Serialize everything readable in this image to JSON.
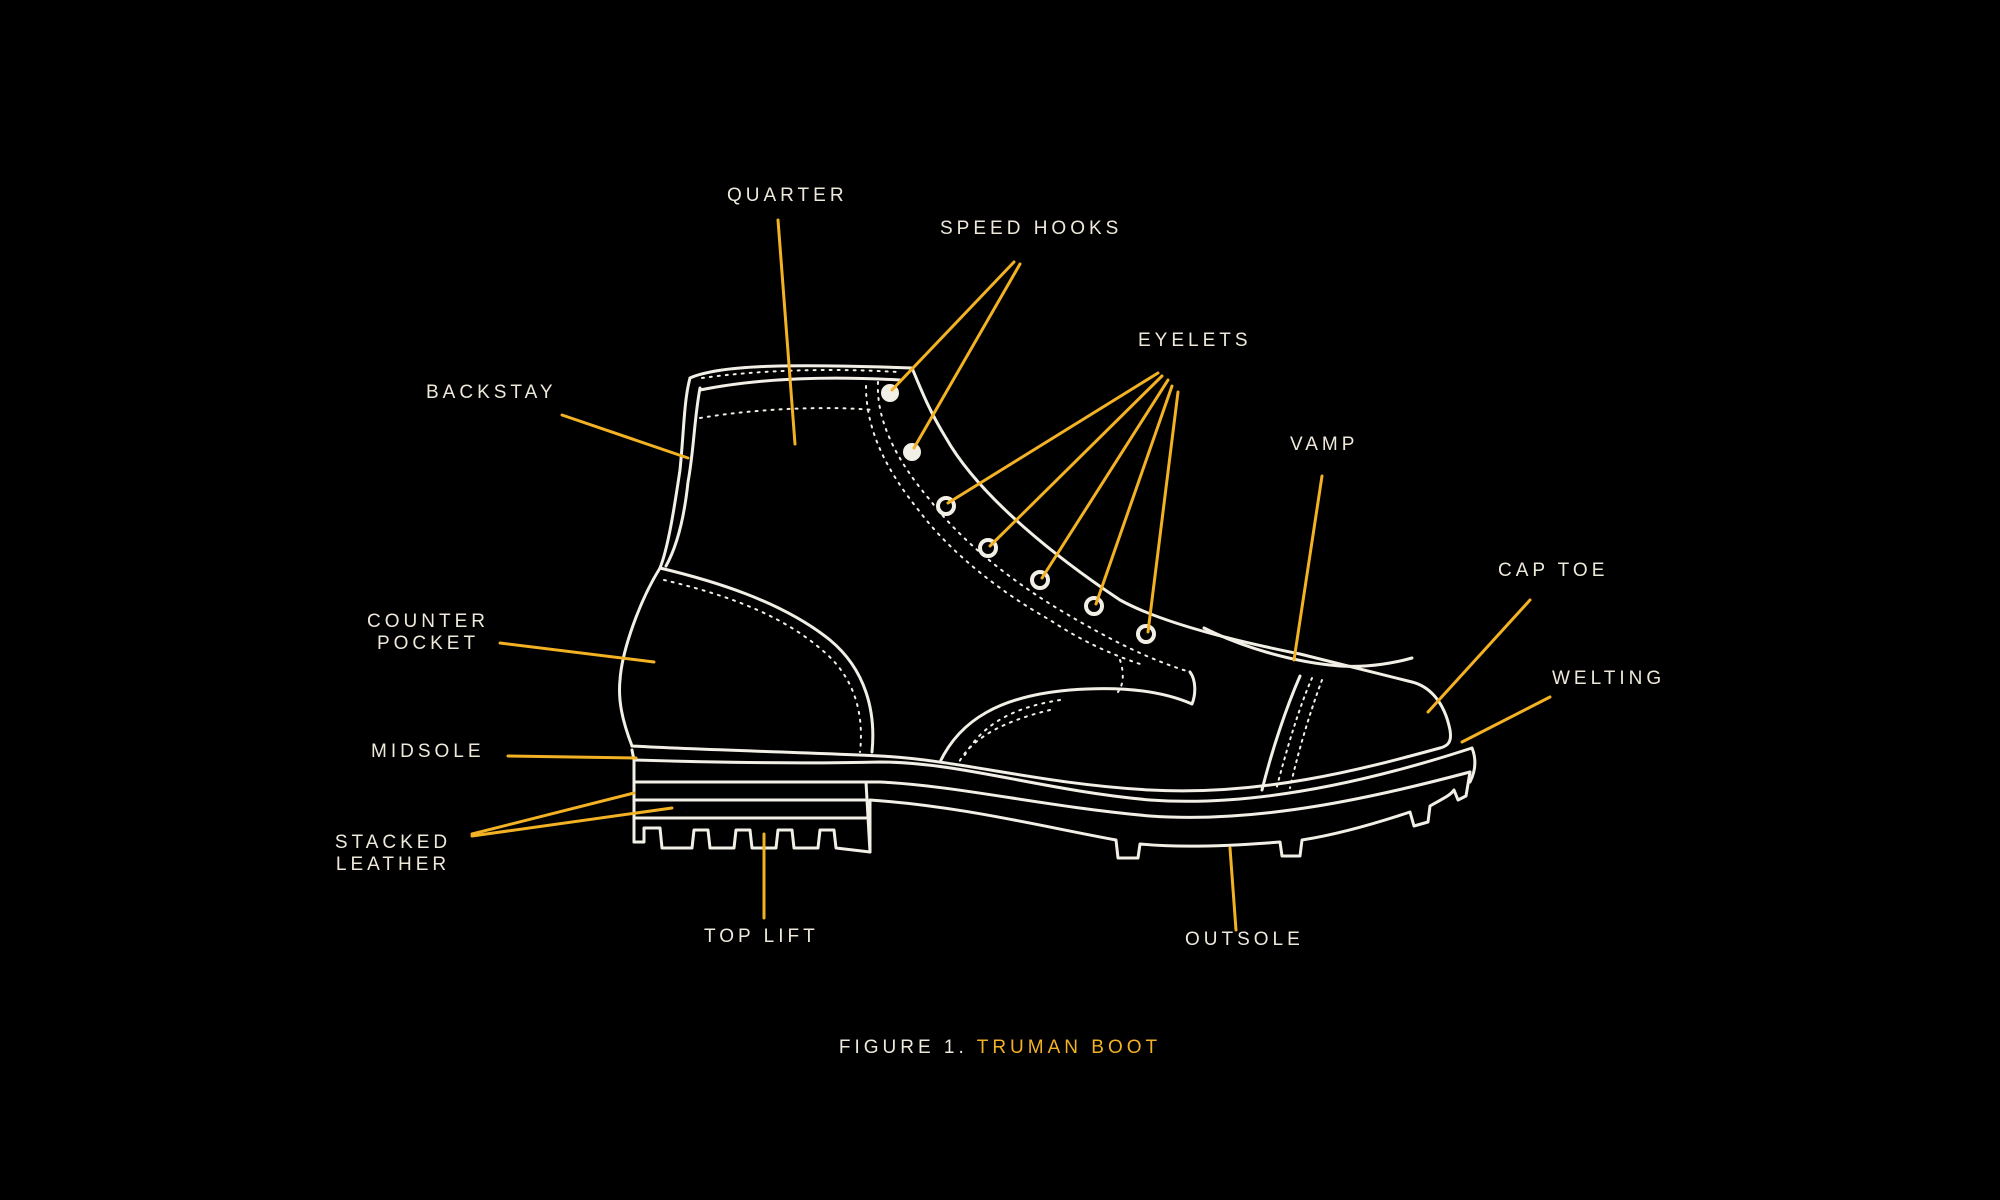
{
  "colors": {
    "background": "#000000",
    "outline": "#f2efe6",
    "leader": "#f2b224",
    "label_text": "#efe9dc",
    "caption_highlight": "#f2b224"
  },
  "labels": {
    "quarter": "QUARTER",
    "speed_hooks": "SPEED HOOKS",
    "eyelets": "EYELETS",
    "backstay": "BACKSTAY",
    "vamp": "VAMP",
    "cap_toe": "CAP TOE",
    "welting": "WELTING",
    "counter_pocket_1": "COUNTER",
    "counter_pocket_2": "POCKET",
    "midsole": "MIDSOLE",
    "stacked_leather_1": "STACKED",
    "stacked_leather_2": "LEATHER",
    "top_lift": "TOP LIFT",
    "outsole": "OUTSOLE"
  },
  "caption": {
    "prefix": "FIGURE 1.",
    "title": "TRUMAN BOOT"
  }
}
